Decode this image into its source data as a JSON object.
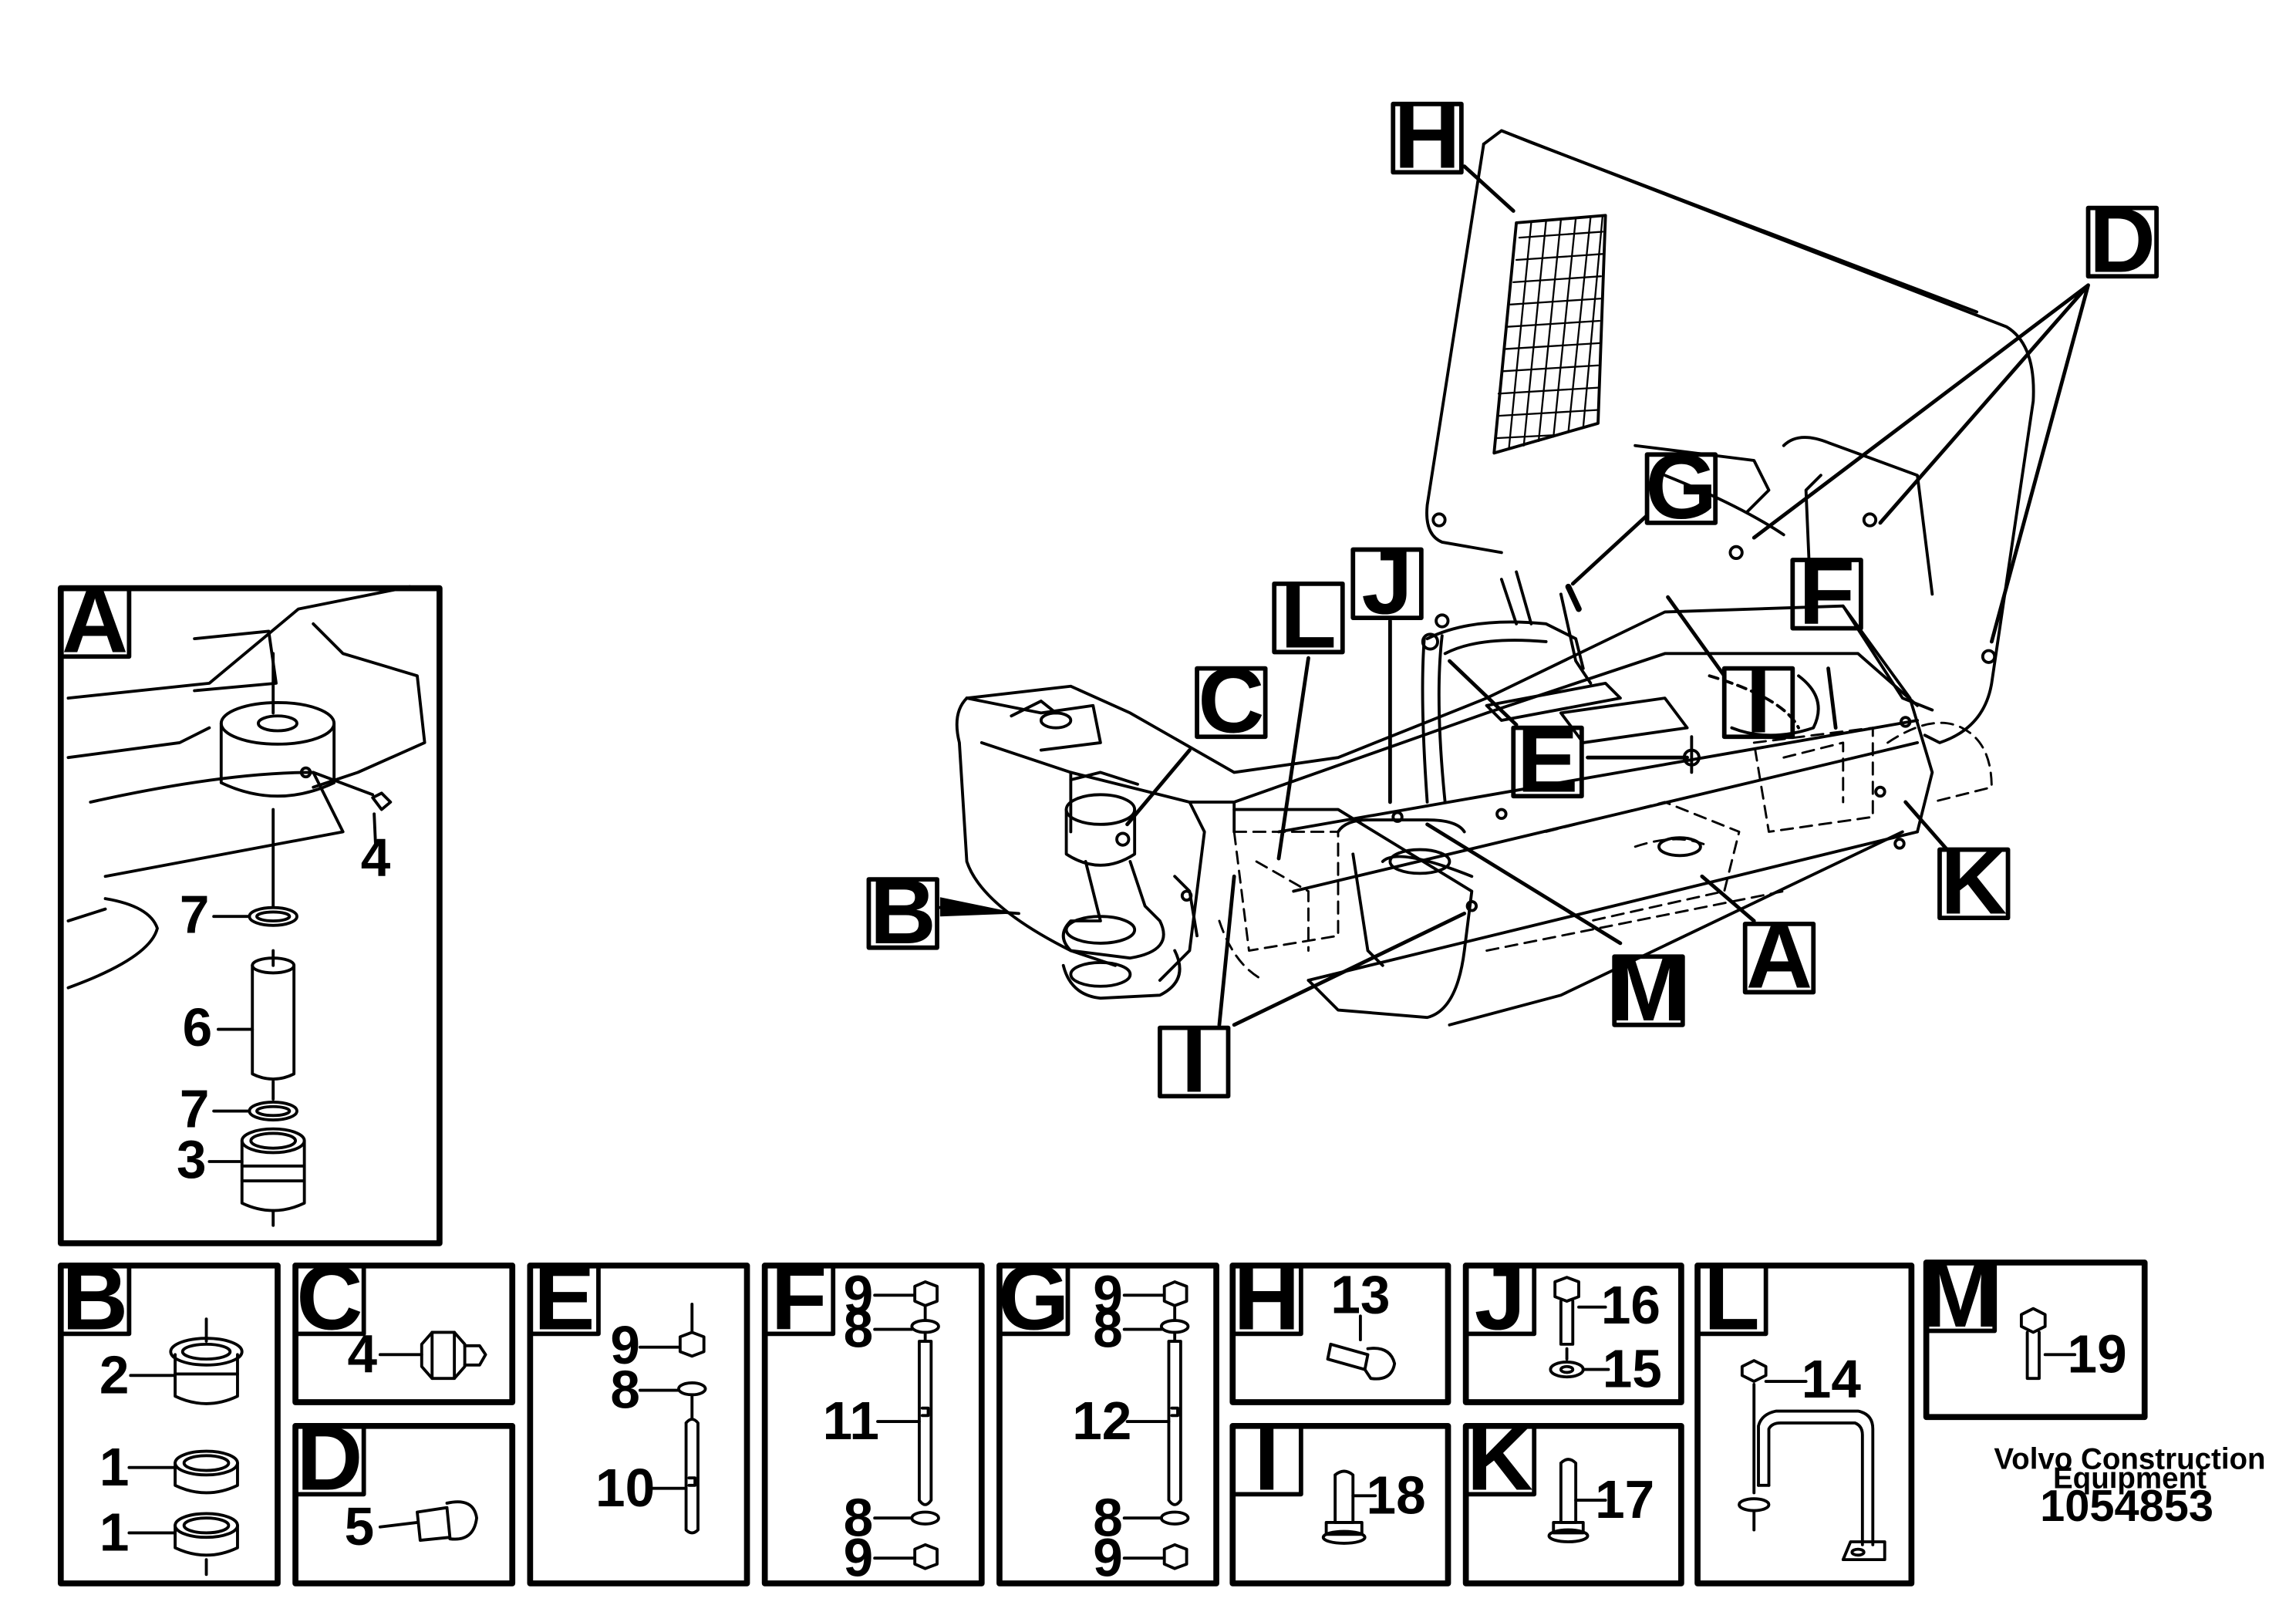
{
  "diagram": {
    "callouts": {
      "A": "A",
      "B": "B",
      "C": "C",
      "D": "D",
      "E": "E",
      "F": "F",
      "G": "G",
      "H": "H",
      "I": "I",
      "J": "J",
      "K": "K",
      "L": "L",
      "M": "M"
    },
    "detail_boxes": {
      "A": {
        "title": "A",
        "parts": [
          "4",
          "7",
          "6",
          "7",
          "3"
        ]
      },
      "B": {
        "title": "B",
        "parts": [
          "2",
          "1",
          "1"
        ]
      },
      "C": {
        "title": "C",
        "parts": [
          "4"
        ]
      },
      "D": {
        "title": "D",
        "parts": [
          "5"
        ]
      },
      "E": {
        "title": "E",
        "parts": [
          "9",
          "8",
          "10"
        ]
      },
      "F": {
        "title": "F",
        "parts": [
          "9",
          "8",
          "11",
          "8",
          "9"
        ]
      },
      "G": {
        "title": "G",
        "parts": [
          "9",
          "8",
          "12",
          "8",
          "9"
        ]
      },
      "H": {
        "title": "H",
        "parts": [
          "13"
        ]
      },
      "I": {
        "title": "I",
        "parts": [
          "18"
        ]
      },
      "J": {
        "title": "J",
        "parts": [
          "16",
          "15"
        ]
      },
      "K": {
        "title": "K",
        "parts": [
          "17"
        ]
      },
      "L": {
        "title": "L",
        "parts": [
          "14"
        ]
      },
      "M": {
        "title": "M",
        "parts": [
          "19"
        ]
      }
    },
    "credit_line1": "Volvo Construction",
    "credit_line2": "Equipment",
    "part_number": "1054853"
  }
}
